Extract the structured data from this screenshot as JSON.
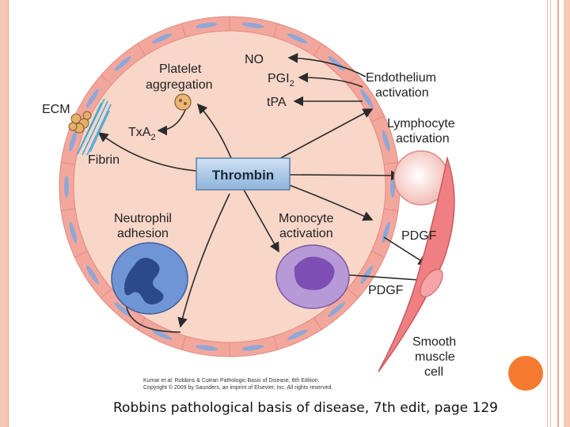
{
  "diagram": {
    "center": "Thrombin",
    "labels": {
      "no": "NO",
      "pgi2_base": "PGI",
      "pgi2_sub": "2",
      "tpa": "tPA",
      "endothelium_l1": "Endothelium",
      "endothelium_l2": "activation",
      "platelet_l1": "Platelet",
      "platelet_l2": "aggregation",
      "ecm": "ECM",
      "txa2_base": "TxA",
      "txa2_sub": "2",
      "fibrin": "Fibrin",
      "lymphocyte_l1": "Lymphocyte",
      "lymphocyte_l2": "activation",
      "neutrophil_l1": "Neutrophil",
      "neutrophil_l2": "adhesion",
      "monocyte_l1": "Monocyte",
      "monocyte_l2": "activation",
      "pdgf_1": "PDGF",
      "pdgf_2": "PDGF",
      "smooth_l1": "Smooth",
      "smooth_l2": "muscle",
      "smooth_l3": "cell"
    },
    "credit_line1": "Kumar et al: Robbins & Cotran Pathologic Basis of Disease, 8th Edition.",
    "credit_line2": "Copyright © 2009 by Saunders, an imprint of Elsevier, Inc. All rights reserved."
  },
  "caption": "Robbins pathological basis of disease, 7th edit, page 129",
  "colors": {
    "vessel_fill": "#f8d6c8",
    "wall": "#f3a79c",
    "wall_core": "#8fa7d6",
    "thrombin_box": "#a9c7e6",
    "neutrophil": "#6f95d6",
    "monocyte": "#b899d8",
    "smooth_muscle": "#ef7f82",
    "accent": "#f47a2f"
  }
}
